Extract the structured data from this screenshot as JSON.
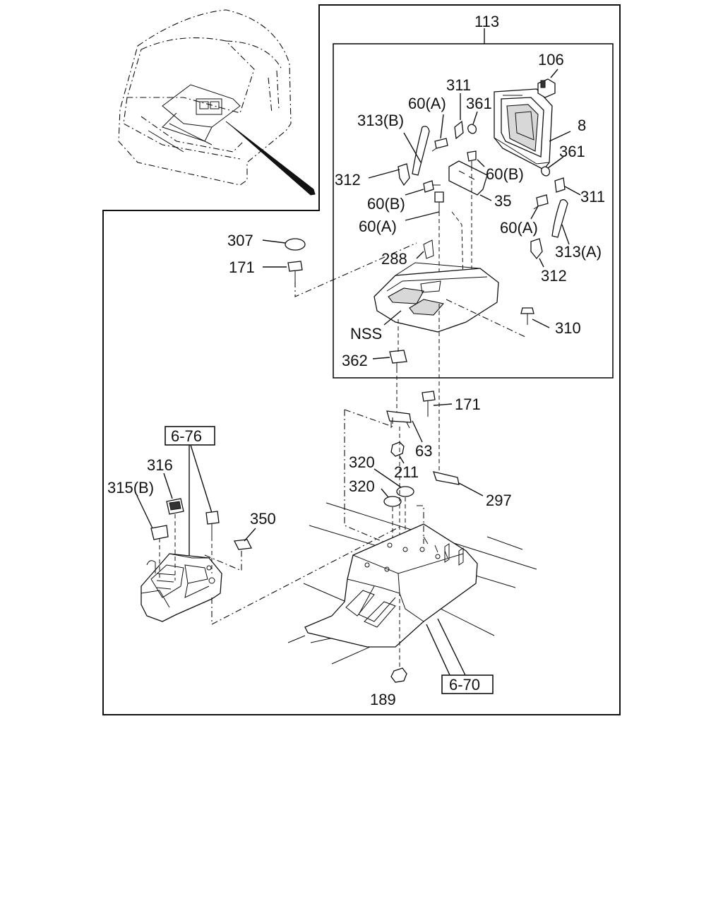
{
  "labels": {
    "l113": "113",
    "l106": "106",
    "l8": "8",
    "l311a": "311",
    "l361a": "361",
    "l60a_top": "60(A)",
    "l313b": "313(B)",
    "l312a": "312",
    "l60b_left": "60(B)",
    "l60b_right": "60(B)",
    "l35": "35",
    "l361b": "361",
    "l311b": "311",
    "l60a_right": "60(A)",
    "l313a": "313(A)",
    "l312b": "312",
    "l60a_mid": "60(A)",
    "l307": "307",
    "l171a": "171",
    "l288": "288",
    "lNSS": "NSS",
    "l310": "310",
    "l362": "362",
    "l171b": "171",
    "l63": "63",
    "l211": "211",
    "l320a": "320",
    "l320b": "320",
    "l297": "297",
    "l350": "350",
    "l316": "316",
    "l315b": "315(B)",
    "l189": "189"
  },
  "refs": {
    "ref_6_76": "6-76",
    "ref_6_70": "6-70"
  }
}
